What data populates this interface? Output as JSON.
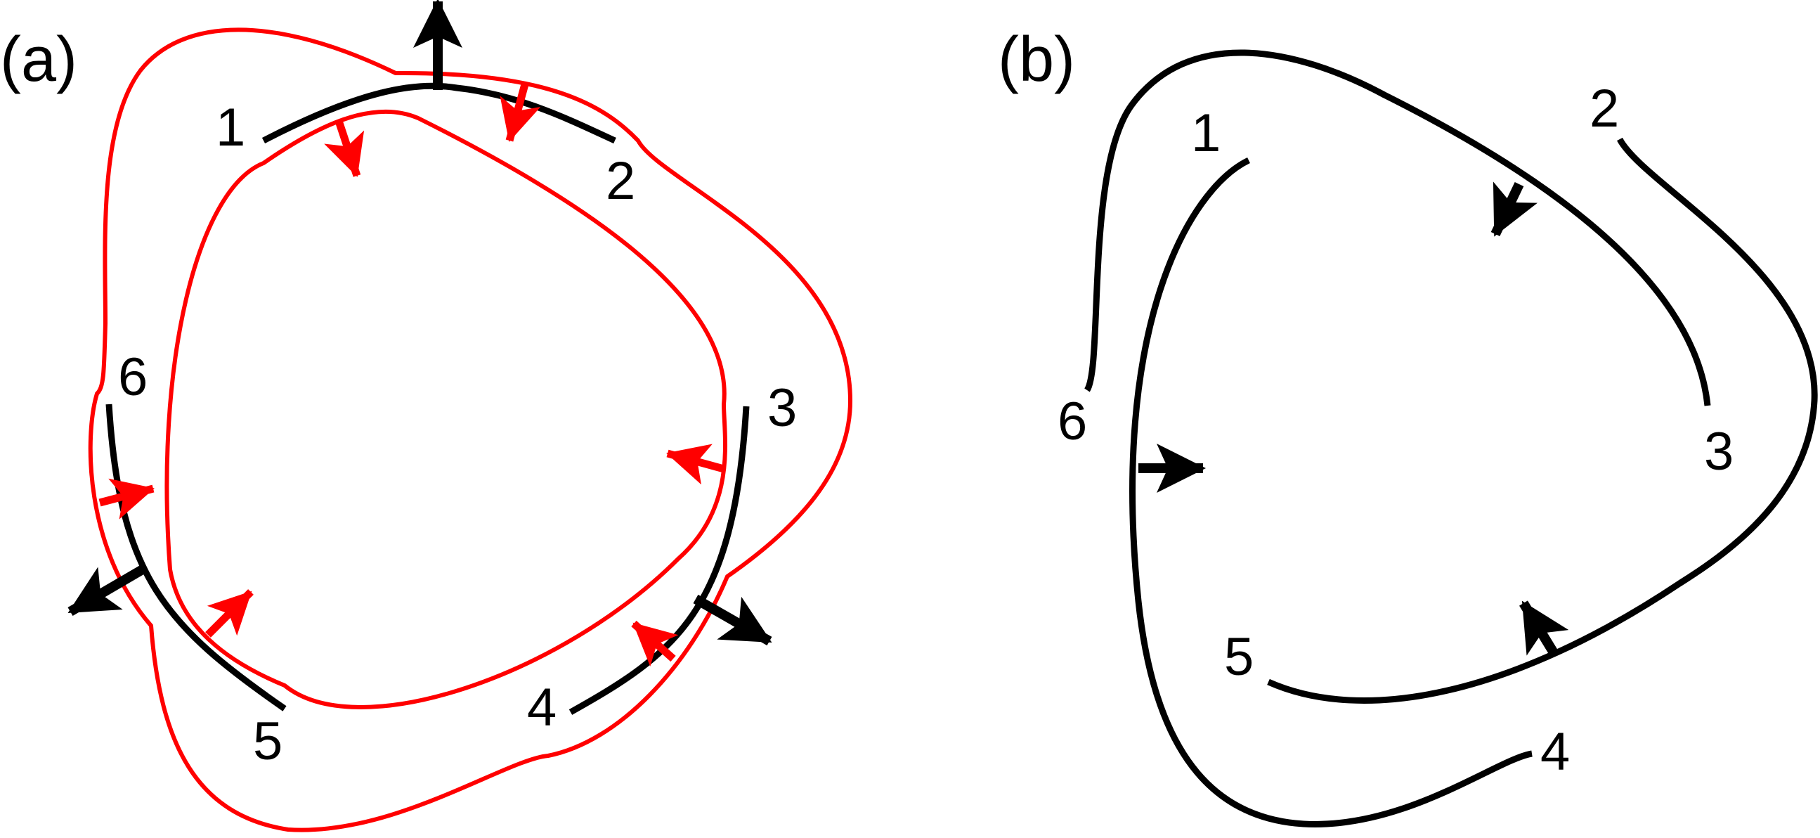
{
  "panels": [
    {
      "id": "a",
      "label": "(a)"
    },
    {
      "id": "b",
      "label": "(b)"
    }
  ],
  "points_a": [
    "1",
    "2",
    "3",
    "4",
    "5",
    "6"
  ],
  "points_b": [
    "1",
    "2",
    "3",
    "4",
    "5",
    "6"
  ],
  "colors": {
    "boundary": "#ff0000",
    "curve": "#000000",
    "background": "#ffffff"
  }
}
